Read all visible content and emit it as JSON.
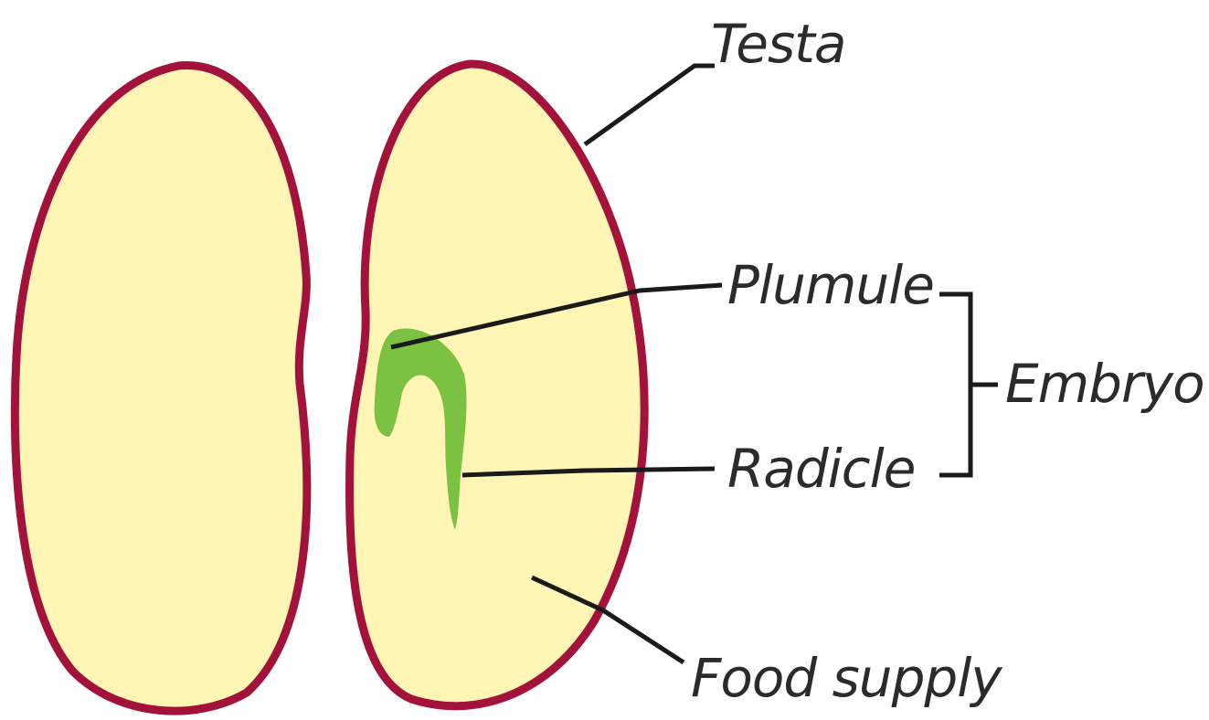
{
  "labels": {
    "testa": "Testa",
    "plumule": "Plumule",
    "radicle": "Radicle",
    "embryo": "Embryo",
    "food_supply": "Food supply"
  },
  "colors": {
    "testa": "#a3123a",
    "cotyledon": "#fff5b4",
    "embryo": "#7bc142",
    "text": "#2b2b2b",
    "line": "#1a1a1a"
  }
}
